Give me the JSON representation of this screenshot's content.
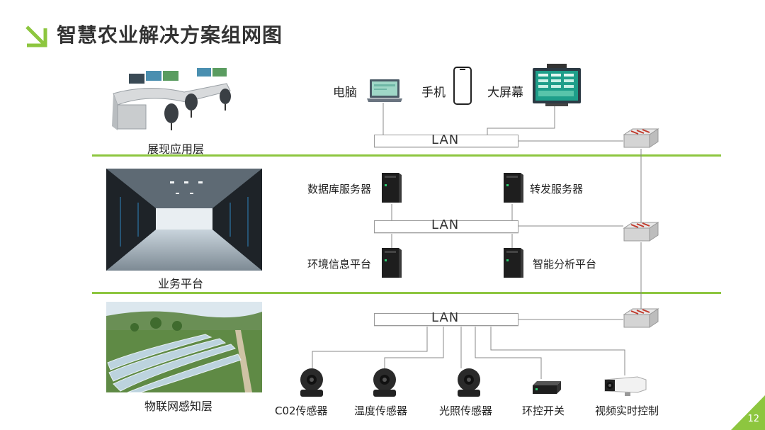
{
  "title": "智慧农业解决方案组网图",
  "layers": {
    "presentation": "展现应用层",
    "business": "业务平台",
    "iot": "物联网感知层"
  },
  "lan": {
    "top": "LAN",
    "middle": "LAN",
    "bottom": "LAN"
  },
  "devices": {
    "pc": "电脑",
    "phone": "手机",
    "bigscreen": "大屏幕",
    "db_server": "数据库服务器",
    "forward_server": "转发服务器",
    "env_platform": "环境信息平台",
    "ai_platform": "智能分析平台",
    "co2": "C02传感器",
    "temp": "温度传感器",
    "light": "光照传感器",
    "env_switch": "环控开关",
    "video": "视频实时控制"
  },
  "page_number": "12",
  "colors": {
    "accent": "#8dc63f",
    "title": "#333333"
  }
}
